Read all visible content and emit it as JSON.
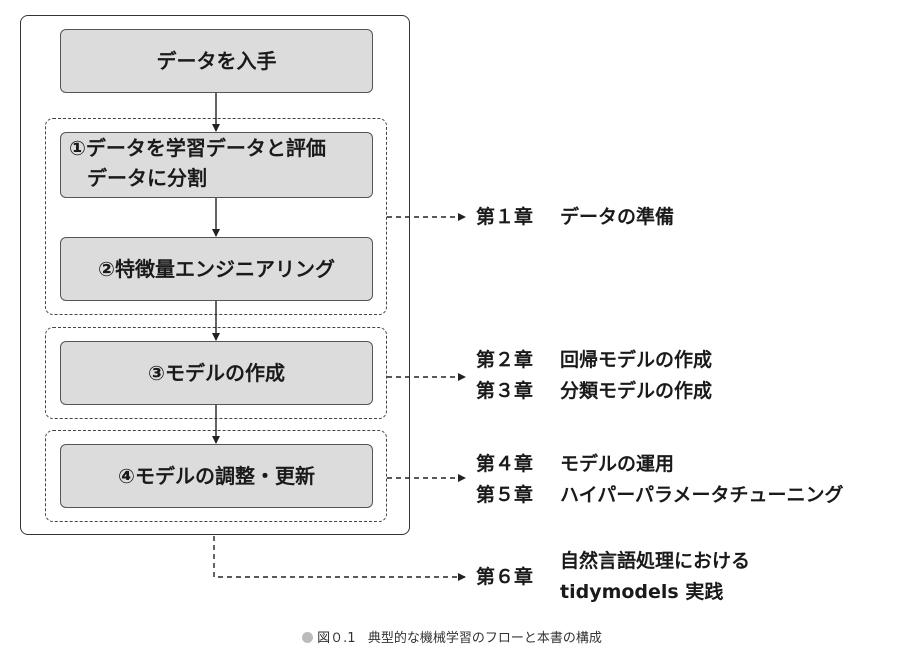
{
  "steps": {
    "obtain": "データを入手",
    "split_line1": "①データを学習データと評価",
    "split_line2": "データに分割",
    "feature": "②特徴量エンジニアリング",
    "model": "③モデルの作成",
    "tune": "④モデルの調整・更新"
  },
  "chapters": {
    "ch1_num": "第１章",
    "ch1_title": "データの準備",
    "ch2_num": "第２章",
    "ch2_title": "回帰モデルの作成",
    "ch3_num": "第３章",
    "ch3_title": "分類モデルの作成",
    "ch4_num": "第４章",
    "ch4_title": "モデルの運用",
    "ch5_num": "第５章",
    "ch5_title": "ハイパーパラメータチューニング",
    "ch6_num": "第６章",
    "ch6_title_line1": "自然言語処理における",
    "ch6_title_line2": "tidymodels 実践"
  },
  "caption": {
    "label": "図０.1",
    "text": "典型的な機械学習のフローと本書の構成"
  }
}
